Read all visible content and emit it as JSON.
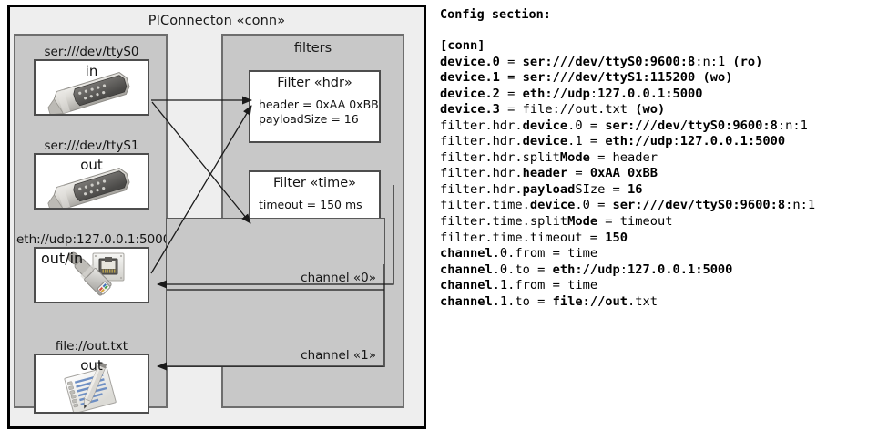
{
  "diagram": {
    "outer_title": "PIConnecton «conn»",
    "groups": {
      "devices_title": "",
      "filters_title": "filters"
    },
    "devices": [
      {
        "label": "ser:///dev/ttyS0",
        "direction": "in",
        "icon": "serial-db9-connector-icon"
      },
      {
        "label": "ser:///dev/ttyS1",
        "direction": "out",
        "icon": "serial-db9-connector-icon"
      },
      {
        "label": "eth://udp:127.0.0.1:5000",
        "direction": "out/in",
        "icon": "ethernet-rj45-icon"
      },
      {
        "label": "file://out.txt",
        "direction": "out",
        "icon": "text-file-pencil-icon"
      }
    ],
    "filters": [
      {
        "title": "Filter «hdr»",
        "props": [
          "header = 0xAA 0xBB",
          "payloadSize = 16"
        ]
      },
      {
        "title": "Filter «time»",
        "props": [
          "timeout = 150 ms"
        ]
      }
    ],
    "channels": [
      {
        "label": "channel «0»"
      },
      {
        "label": "channel «1»"
      }
    ],
    "colors": {
      "canvas": "#ffffff",
      "outer_fill": "#eeeeee",
      "outer_border": "#000000",
      "group_fill": "#c8c8c8",
      "group_border": "#6e6e6e",
      "card_fill": "#ffffff",
      "card_border": "#4d4d4d",
      "connector": "#1a1a1a"
    }
  },
  "config": {
    "heading": "Config section:",
    "lines": [
      {
        "segments": [
          {
            "t": "[conn]",
            "bold": true
          }
        ]
      },
      {
        "segments": [
          {
            "t": "device.0",
            "bold": true
          },
          {
            "t": " = ",
            "bold": false
          },
          {
            "t": "ser:///dev/ttyS0:9600:8",
            "bold": true
          },
          {
            "t": ":n:1 ",
            "bold": false
          },
          {
            "t": "(ro)",
            "bold": true
          }
        ]
      },
      {
        "segments": [
          {
            "t": "device.1",
            "bold": true
          },
          {
            "t": " = ",
            "bold": false
          },
          {
            "t": "ser:///dev/ttyS1:115200",
            "bold": true
          },
          {
            "t": " ",
            "bold": false
          },
          {
            "t": "(wo)",
            "bold": true
          }
        ]
      },
      {
        "segments": [
          {
            "t": "device.2",
            "bold": true
          },
          {
            "t": " = ",
            "bold": false
          },
          {
            "t": "eth://udp",
            "bold": true
          },
          {
            "t": ":",
            "bold": false
          },
          {
            "t": "127.0.0.1:5000",
            "bold": true
          }
        ]
      },
      {
        "segments": [
          {
            "t": "device.3",
            "bold": true
          },
          {
            "t": " = ",
            "bold": false
          },
          {
            "t": "file://out",
            "bold": false
          },
          {
            "t": ".txt ",
            "bold": false
          },
          {
            "t": "(wo)",
            "bold": true
          }
        ]
      },
      {
        "segments": [
          {
            "t": "filter.hdr.",
            "bold": false
          },
          {
            "t": "device",
            "bold": true
          },
          {
            "t": ".0 = ",
            "bold": false
          },
          {
            "t": "ser:///dev/ttyS0:9600:8",
            "bold": true
          },
          {
            "t": ":n:1",
            "bold": false
          }
        ]
      },
      {
        "segments": [
          {
            "t": "filter.hdr.",
            "bold": false
          },
          {
            "t": "device",
            "bold": true
          },
          {
            "t": ".1 = ",
            "bold": false
          },
          {
            "t": "eth://udp",
            "bold": true
          },
          {
            "t": ":",
            "bold": false
          },
          {
            "t": "127.0.0.1:5000",
            "bold": true
          }
        ]
      },
      {
        "segments": [
          {
            "t": "filter.hdr.",
            "bold": false
          },
          {
            "t": "split",
            "bold": false
          },
          {
            "t": "Mode",
            "bold": true
          },
          {
            "t": " = header",
            "bold": false
          }
        ]
      },
      {
        "segments": [
          {
            "t": "filter.hdr.",
            "bold": false
          },
          {
            "t": "header",
            "bold": true
          },
          {
            "t": " = ",
            "bold": false
          },
          {
            "t": "0xAA 0xBB",
            "bold": true
          }
        ]
      },
      {
        "segments": [
          {
            "t": "filter.hdr.",
            "bold": false
          },
          {
            "t": "payload",
            "bold": true
          },
          {
            "t": "SIze = ",
            "bold": false
          },
          {
            "t": "16",
            "bold": true
          }
        ]
      },
      {
        "segments": [
          {
            "t": "filter.time.",
            "bold": false
          },
          {
            "t": "device",
            "bold": true
          },
          {
            "t": ".0 = ",
            "bold": false
          },
          {
            "t": "ser:///dev/ttyS0:9600:8",
            "bold": true
          },
          {
            "t": ":n:1",
            "bold": false
          }
        ]
      },
      {
        "segments": [
          {
            "t": "filter.time.",
            "bold": false
          },
          {
            "t": "split",
            "bold": false
          },
          {
            "t": "Mode",
            "bold": true
          },
          {
            "t": " = timeout",
            "bold": false
          }
        ]
      },
      {
        "segments": [
          {
            "t": "filter.time.timeout = ",
            "bold": false
          },
          {
            "t": "150",
            "bold": true
          }
        ]
      },
      {
        "segments": [
          {
            "t": "channel",
            "bold": true
          },
          {
            "t": ".0.from = time",
            "bold": false
          }
        ]
      },
      {
        "segments": [
          {
            "t": "channel",
            "bold": true
          },
          {
            "t": ".0.to = ",
            "bold": false
          },
          {
            "t": "eth://udp",
            "bold": true
          },
          {
            "t": ":",
            "bold": false
          },
          {
            "t": "127.0.0.1:5000",
            "bold": true
          }
        ]
      },
      {
        "segments": [
          {
            "t": "channel",
            "bold": true
          },
          {
            "t": ".1.from = time",
            "bold": false
          }
        ]
      },
      {
        "segments": [
          {
            "t": "channel",
            "bold": true
          },
          {
            "t": ".1.to = ",
            "bold": false
          },
          {
            "t": "file://out",
            "bold": true
          },
          {
            "t": ".txt",
            "bold": false
          }
        ]
      }
    ]
  }
}
